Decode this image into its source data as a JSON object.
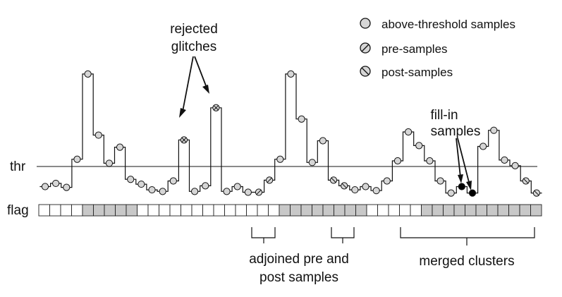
{
  "labels": {
    "thr": "thr",
    "flag": "flag",
    "rejected_line1": "rejected",
    "rejected_line2": "glitches",
    "fillin_line1": "fill-in",
    "fillin_line2": "samples",
    "adjoined_line1": "adjoined pre and",
    "adjoined_line2": "post samples",
    "merged": "merged clusters"
  },
  "legend": {
    "above": "above-threshold samples",
    "pre": "pre-samples",
    "post": "post-samples"
  },
  "symbols": {
    "above": "circle-plain",
    "pre": "circle-slash-forward",
    "post": "circle-slash-backward",
    "fill": "circle-solid",
    "glitch": "circle-cross"
  },
  "colors": {
    "line": "#111111",
    "threshold": "#8a8a8a",
    "marker_fill": "#d6d6d6",
    "flag_on": "#c8c8c8",
    "flag_off": "#ffffff",
    "fill_in": "#000000"
  },
  "signal": {
    "threshold": 4.5,
    "samples": [
      {
        "v": 2.0,
        "t": "n"
      },
      {
        "v": 2.4,
        "t": "n"
      },
      {
        "v": 1.9,
        "t": "n"
      },
      {
        "v": 5.4,
        "t": "a"
      },
      {
        "v": 16.0,
        "t": "a"
      },
      {
        "v": 8.4,
        "t": "a"
      },
      {
        "v": 4.9,
        "t": "a"
      },
      {
        "v": 6.9,
        "t": "a"
      },
      {
        "v": 2.9,
        "t": "n"
      },
      {
        "v": 2.3,
        "t": "n"
      },
      {
        "v": 1.6,
        "t": "n"
      },
      {
        "v": 1.4,
        "t": "n"
      },
      {
        "v": 2.7,
        "t": "n"
      },
      {
        "v": 7.8,
        "t": "g"
      },
      {
        "v": 1.4,
        "t": "n"
      },
      {
        "v": 2.1,
        "t": "n"
      },
      {
        "v": 11.8,
        "t": "g"
      },
      {
        "v": 1.4,
        "t": "n"
      },
      {
        "v": 2.0,
        "t": "n"
      },
      {
        "v": 1.3,
        "t": "n"
      },
      {
        "v": 1.3,
        "t": "p"
      },
      {
        "v": 2.8,
        "t": "p"
      },
      {
        "v": 5.4,
        "t": "a"
      },
      {
        "v": 16.0,
        "t": "a"
      },
      {
        "v": 10.4,
        "t": "a"
      },
      {
        "v": 5.0,
        "t": "a"
      },
      {
        "v": 7.7,
        "t": "a"
      },
      {
        "v": 2.8,
        "t": "q"
      },
      {
        "v": 2.1,
        "t": "q"
      },
      {
        "v": 1.6,
        "t": "n"
      },
      {
        "v": 2.0,
        "t": "n"
      },
      {
        "v": 1.5,
        "t": "n"
      },
      {
        "v": 2.7,
        "t": "n"
      },
      {
        "v": 5.2,
        "t": "a"
      },
      {
        "v": 8.8,
        "t": "a"
      },
      {
        "v": 7.1,
        "t": "a"
      },
      {
        "v": 5.2,
        "t": "a"
      },
      {
        "v": 2.7,
        "t": "a"
      },
      {
        "v": 1.2,
        "t": "a"
      },
      {
        "v": 2.0,
        "t": "f"
      },
      {
        "v": 1.2,
        "t": "f"
      },
      {
        "v": 7.0,
        "t": "a"
      },
      {
        "v": 9.0,
        "t": "a"
      },
      {
        "v": 5.3,
        "t": "a"
      },
      {
        "v": 4.6,
        "t": "a"
      },
      {
        "v": 2.7,
        "t": "q"
      },
      {
        "v": 1.2,
        "t": "q"
      }
    ]
  },
  "flags": [
    0,
    0,
    0,
    0,
    1,
    1,
    1,
    1,
    1,
    0,
    0,
    0,
    0,
    0,
    0,
    0,
    0,
    0,
    0,
    0,
    0,
    0,
    1,
    1,
    1,
    1,
    1,
    1,
    1,
    1,
    0,
    0,
    0,
    0,
    0,
    1,
    1,
    1,
    1,
    1,
    1,
    1,
    1,
    1,
    1,
    1
  ]
}
